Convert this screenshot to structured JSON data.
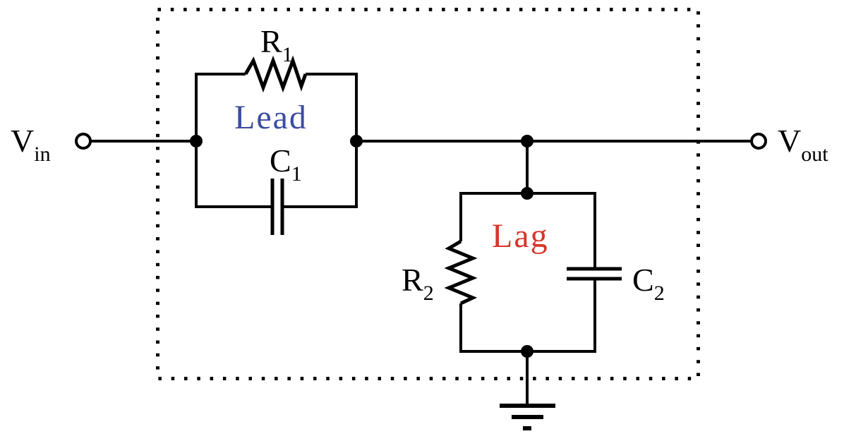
{
  "figure": {
    "terminals": {
      "vin": {
        "main": "V",
        "sub": "in"
      },
      "vout": {
        "main": "V",
        "sub": "out"
      }
    },
    "components": {
      "r1": {
        "main": "R",
        "sub": "1"
      },
      "c1": {
        "main": "C",
        "sub": "1"
      },
      "r2": {
        "main": "R",
        "sub": "2"
      },
      "c2": {
        "main": "C",
        "sub": "2"
      }
    },
    "sections": {
      "lead": "Lead",
      "lag": "Lag"
    },
    "colors": {
      "lead_label": "#3b4da2",
      "lag_label": "#d5372b",
      "line": "#000000",
      "text": "#000000",
      "background": "#ffffff"
    }
  }
}
